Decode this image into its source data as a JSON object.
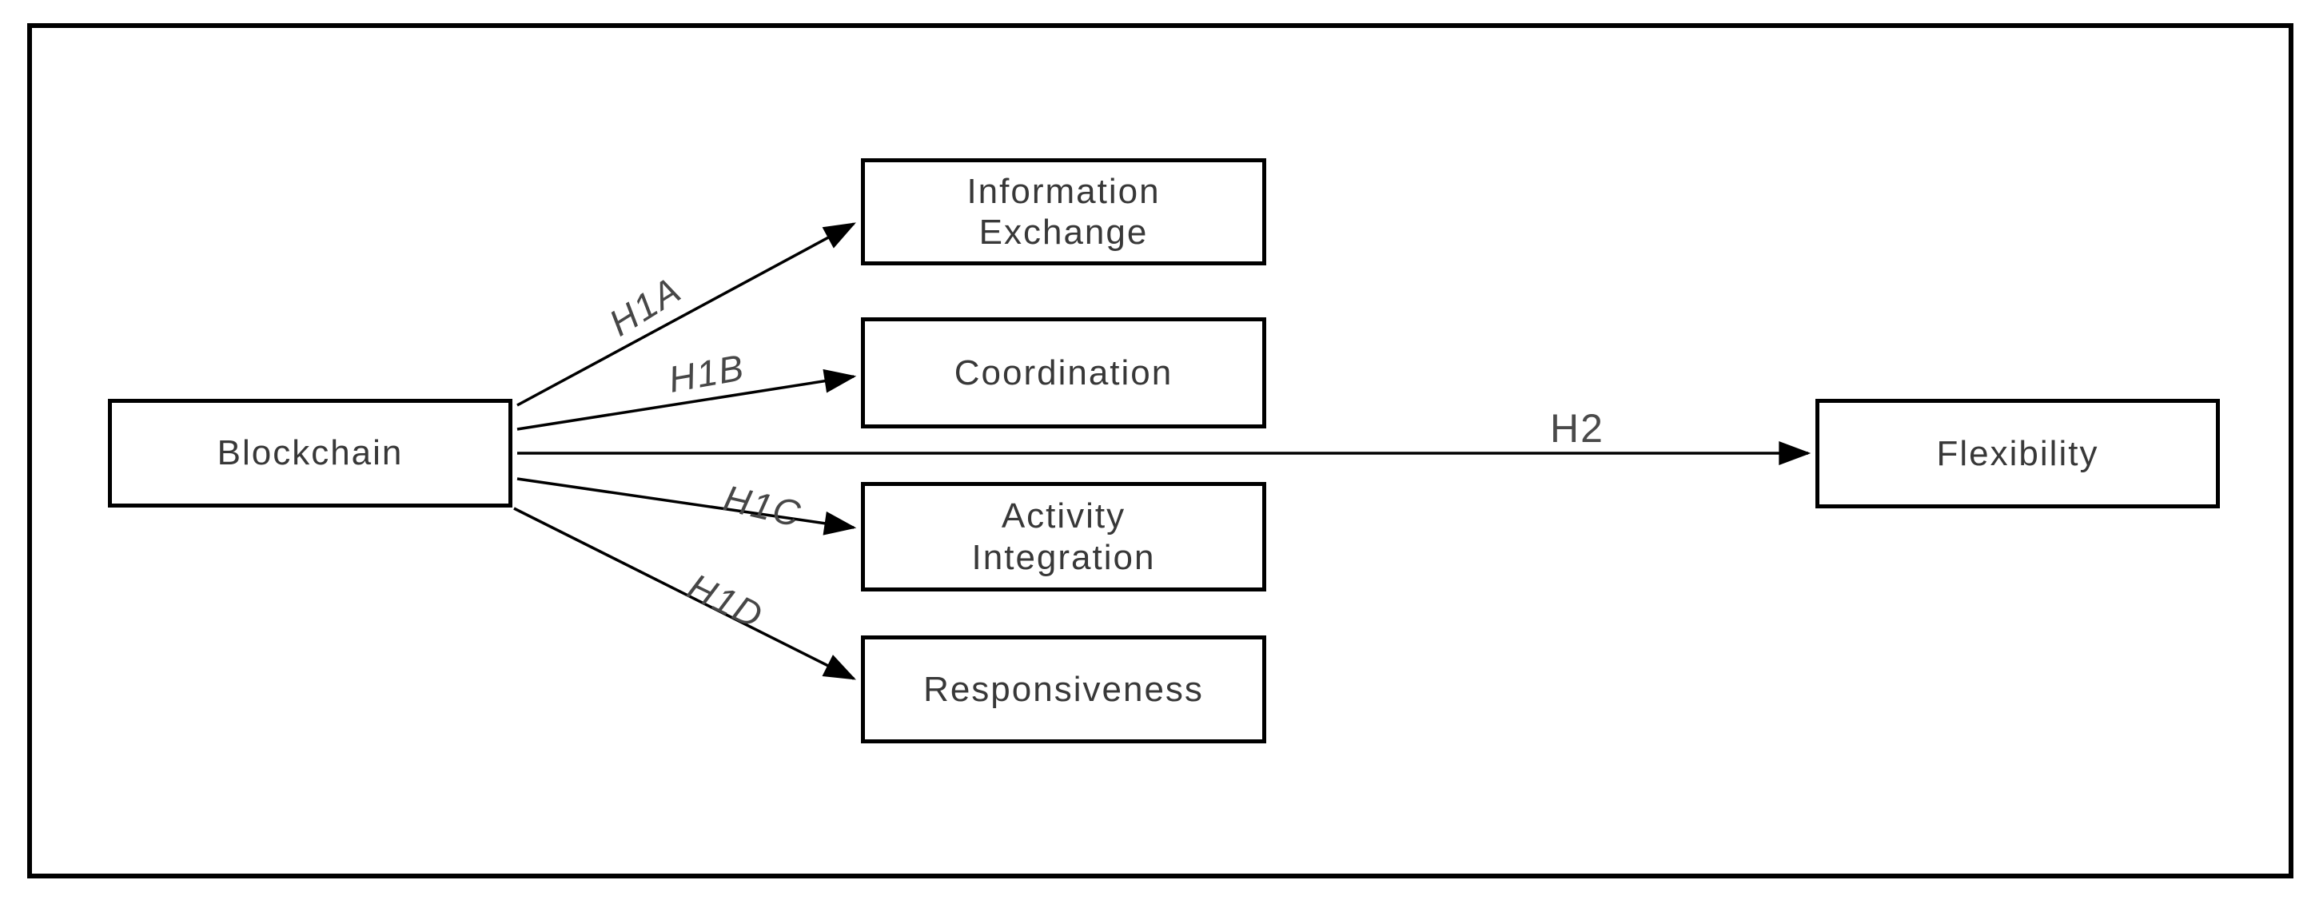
{
  "canvas": {
    "background_color": "#ffffff",
    "frame_border_color": "#000000",
    "node_border_color": "#000000",
    "node_fill_color": "#ffffff",
    "node_text_color": "#383838",
    "arrow_color": "#000000",
    "edge_label_color": "#474747"
  },
  "nodes": {
    "blockchain": {
      "label": "Blockchain"
    },
    "information_exchange": {
      "line1": "Information",
      "line2": "Exchange"
    },
    "coordination": {
      "label": "Coordination"
    },
    "activity_integration": {
      "line1": "Activity",
      "line2": "Integration"
    },
    "responsiveness": {
      "label": "Responsiveness"
    },
    "flexibility": {
      "label": "Flexibility"
    }
  },
  "edges": {
    "h1a": {
      "label": "H1A",
      "from": "Blockchain",
      "to": "Information Exchange"
    },
    "h1b": {
      "label": "H1B",
      "from": "Blockchain",
      "to": "Coordination"
    },
    "h1c": {
      "label": "H1C",
      "from": "Blockchain",
      "to": "Activity Integration"
    },
    "h1d": {
      "label": "H1D",
      "from": "Blockchain",
      "to": "Responsiveness"
    },
    "h2": {
      "label": "H2",
      "from": "Blockchain",
      "to": "Flexibility"
    }
  }
}
